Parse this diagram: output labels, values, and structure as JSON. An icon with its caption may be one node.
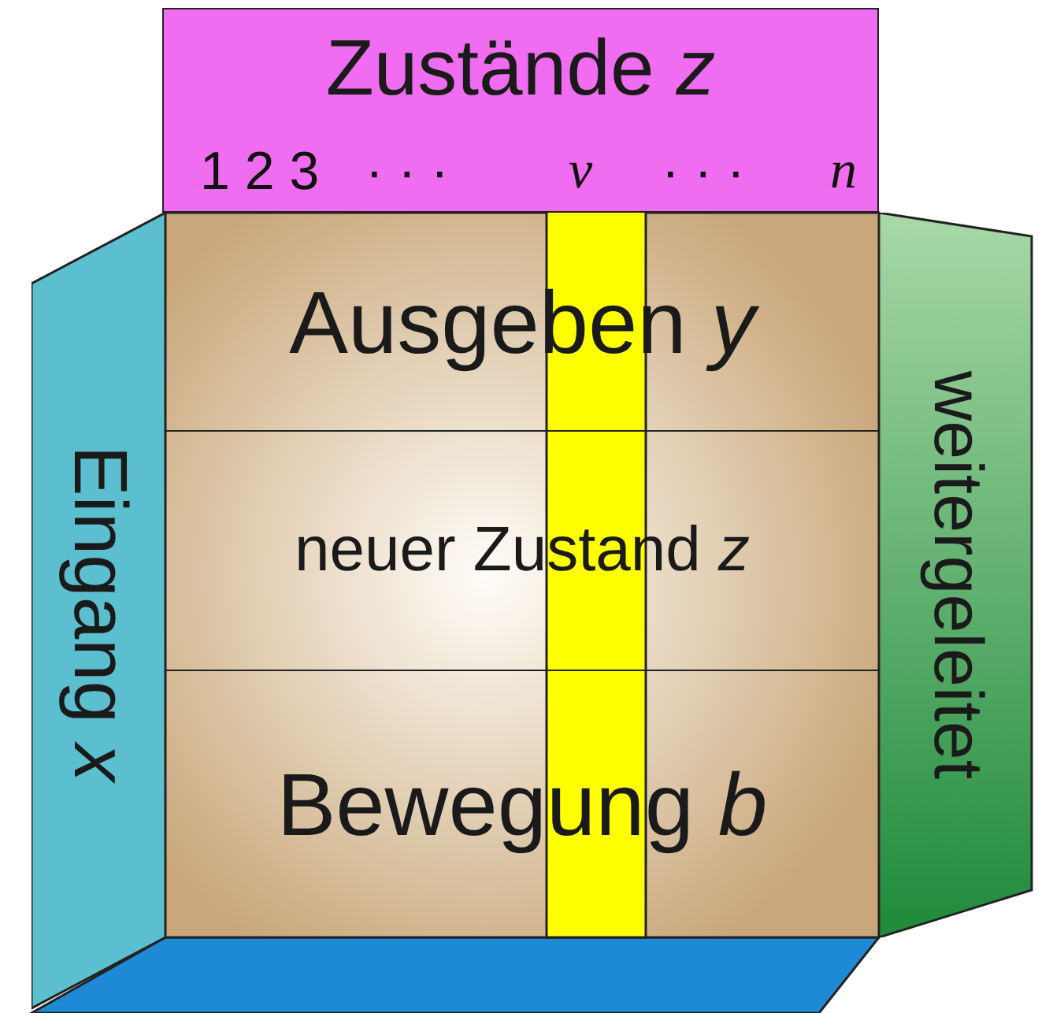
{
  "diagram": {
    "nodes": [
      {
        "text": [
          "Zustände *z*"
        ]
      },
      {
        "text": [
          "Ausgeben *y*"
        ]
      },
      {
        "text": [
          "neuer Zustand *z*"
        ]
      },
      {
        "text": [
          "Bewegung *b*"
        ]
      },
      {
        "text": [
          "Eingang *x*"
        ]
      },
      {
        "text": [
          "weitergeleitet"
        ]
      }
    ],
    "labels": [
      "1 2 3",
      "· · ·",
      "v",
      "· · ·",
      "n"
    ]
  }
}
